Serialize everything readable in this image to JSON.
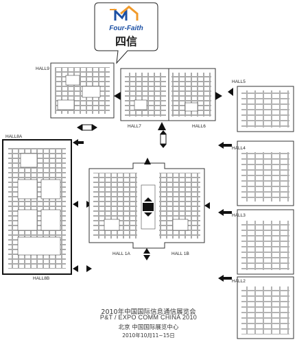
{
  "logo": {
    "brand": "Four-Faith",
    "chinese": "四信",
    "colors": {
      "blue": "#1b4fa3",
      "orange": "#f19a2a"
    }
  },
  "halls": {
    "hall9": "HALL9",
    "hall7": "HALL7",
    "hall6": "HALL6",
    "hall5": "HALL5",
    "hall4": "HALL4",
    "hall3": "HALL3",
    "hall2": "HALL2",
    "hall8a": "HALL8A",
    "hall8b": "HALL8B",
    "hall1a": "HALL 1A",
    "hall1b": "HALL 1B"
  },
  "footer": {
    "line1": "2010年中国国际信息通信展览会",
    "line2": "P&T / EXPO COMM CHINA 2010",
    "line3": "北京  中国国际展览中心",
    "line4": "2010年10月11~15日"
  },
  "colors": {
    "outline": "#333333",
    "booth": "#ffffff",
    "arrow": "#111111",
    "corridor": "#000000"
  }
}
